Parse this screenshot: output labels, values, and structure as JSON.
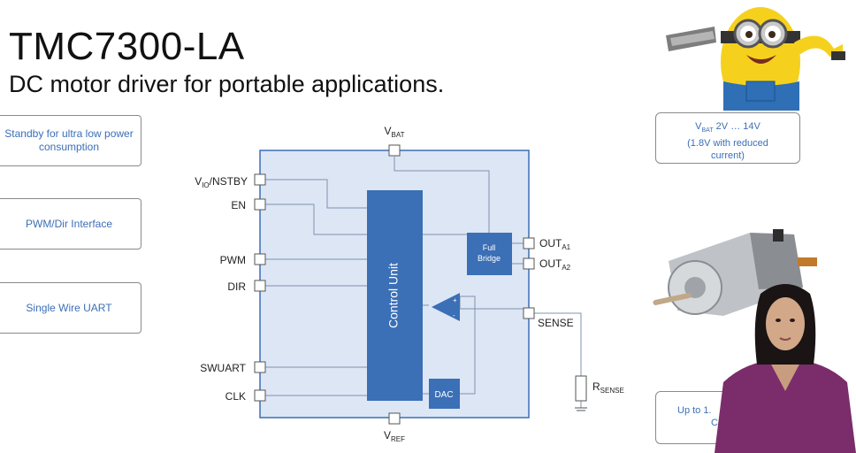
{
  "slide": {
    "title": "TMC7300-LA",
    "subtitle": "DC motor driver for portable applications."
  },
  "left_features": [
    {
      "text": "Standby for ultra low power consumption"
    },
    {
      "text": "PWM/Dir Interface"
    },
    {
      "text": "Single Wire UART"
    }
  ],
  "right_boxes": {
    "vbat_box": {
      "line1_prefix": "V",
      "line1_sub": "BAT",
      "line1_suffix": " 2V … 14V",
      "line2": "(1.8V with reduced",
      "line3": "current)"
    },
    "partial_box": {
      "line1": "Up to 1.",
      "line2": "C"
    }
  },
  "diagram": {
    "pins_left": {
      "vio_prefix": "V",
      "vio_sub": "IO",
      "vio_suffix": "/NSTBY",
      "en": "EN",
      "pwm": "PWM",
      "dir": "DIR",
      "swuart": "SWUART",
      "clk": "CLK"
    },
    "pins_right": {
      "out_prefix": "OUT",
      "out_a1_sub": "A1",
      "out_a2_sub": "A2",
      "sense": "SENSE"
    },
    "top_pin": {
      "prefix": "V",
      "sub": "BAT"
    },
    "bottom_pin": {
      "prefix": "V",
      "sub": "REF"
    },
    "resistor": {
      "prefix": "R",
      "sub": "SENSE"
    },
    "blocks": {
      "control_unit": "Control Unit",
      "full_bridge_line1": "Full",
      "full_bridge_line2": "Bridge",
      "dac": "DAC"
    }
  },
  "colors": {
    "chip_fill": "#dce6f5",
    "chip_stroke": "#3b6fb6",
    "block_fill": "#3b6fb6",
    "accent_text": "#3b6fb6"
  }
}
